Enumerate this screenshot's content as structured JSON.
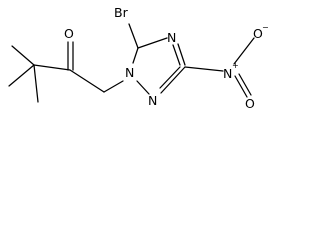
{
  "molecule": {
    "atoms": {
      "bromine": "Br",
      "ring_n1": "N",
      "ring_n2": "N",
      "ring_n4": "N",
      "ketone_o": "O",
      "nitro_n": "N",
      "nitro_n_charge": "+",
      "nitro_o_upper": "O",
      "nitro_o_upper_charge": "−",
      "nitro_o_lower": "O"
    }
  },
  "colors": {
    "bond": "#000000",
    "label": "#000000",
    "background": "#ffffff"
  }
}
